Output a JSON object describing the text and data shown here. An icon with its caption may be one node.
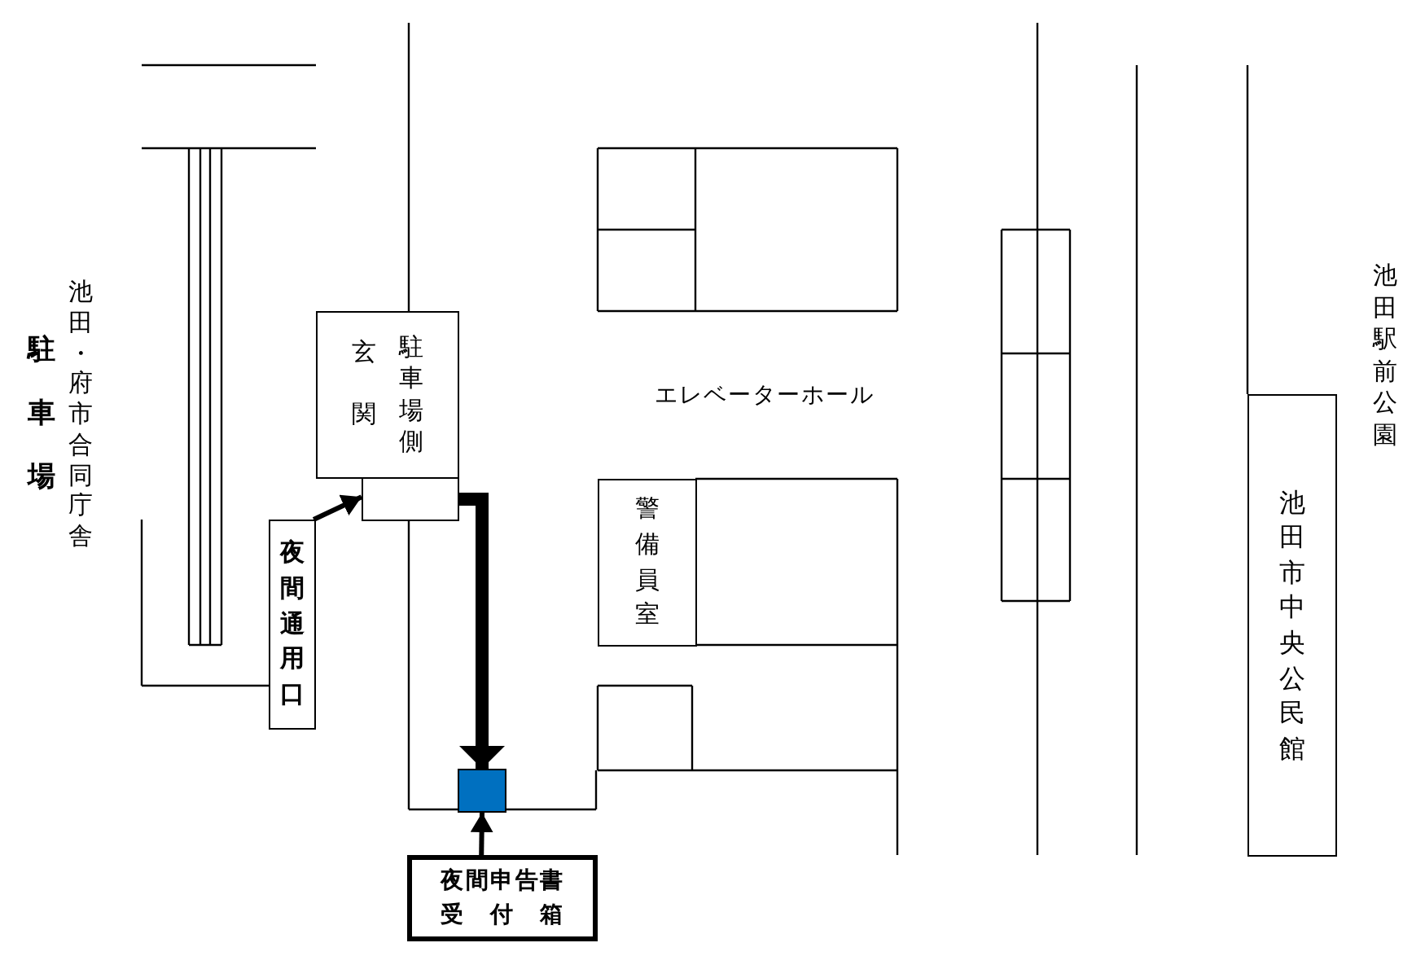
{
  "diagram": {
    "nodes": [
      {
        "text": [
          "玄関",
          "駐車場側"
        ]
      },
      {
        "text": [],
        "shape": "box"
      },
      {
        "text": [
          "夜間通用口"
        ]
      },
      {
        "text": [
          "警備員室"
        ]
      },
      {
        "text": [],
        "shape": "box"
      },
      {
        "text": [
          "夜間申告書受付箱"
        ]
      },
      {
        "text": [
          "池田市中央公民館"
        ]
      }
    ],
    "edges": [
      {
        "from": 2,
        "to": 1,
        "arrow": "to"
      },
      {
        "from": 1,
        "to": 4,
        "arrow": "to",
        "style": "thick"
      },
      {
        "from": 5,
        "to": 4,
        "arrow": "to"
      }
    ],
    "labels": [
      "駐車場",
      "池田・府市合同庁舎",
      "エレベーターホール",
      "池田駅前公園"
    ]
  }
}
